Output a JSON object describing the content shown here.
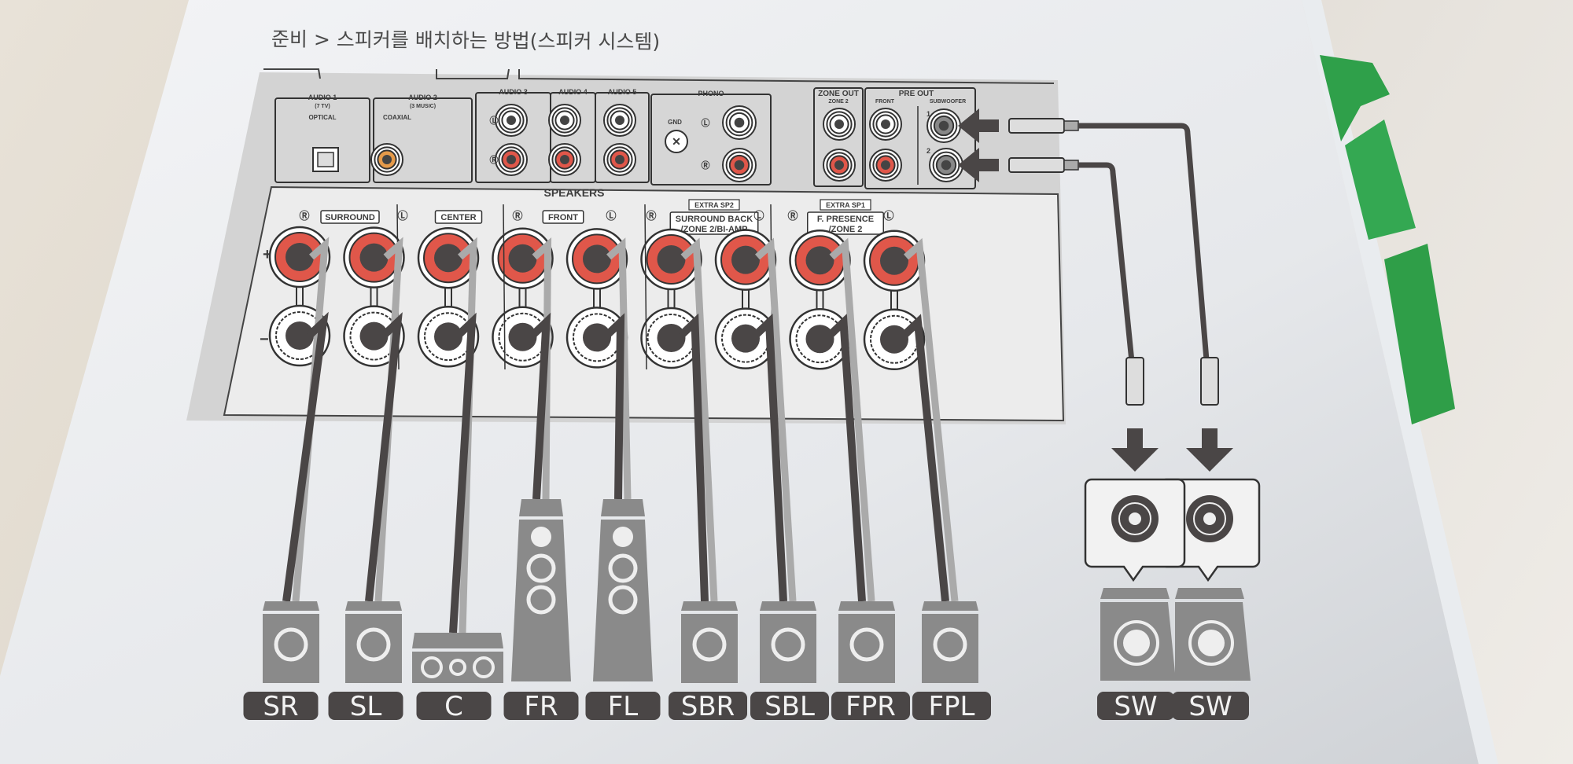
{
  "page": {
    "breadcrumb": "준비 > 스피커를 배치하는 방법(스피커 시스템)"
  },
  "receiver_panel": {
    "inputs": [
      {
        "name": "AUDIO 1",
        "sub": "(7 TV)",
        "type": "OPTICAL"
      },
      {
        "name": "AUDIO 2",
        "sub": "(3 MUSIC)",
        "type": "COAXIAL"
      },
      {
        "name": "AUDIO 3"
      },
      {
        "name": "AUDIO 4"
      },
      {
        "name": "AUDIO 5"
      },
      {
        "name": "PHONO",
        "gnd": "GND"
      }
    ],
    "zone_out": {
      "title": "ZONE OUT",
      "sub": "ZONE 2"
    },
    "pre_out": {
      "title": "PRE OUT",
      "front": "FRONT",
      "subwoofer": "SUBWOOFER",
      "ports": [
        "1",
        "2"
      ]
    },
    "speakers_title": "SPEAKERS",
    "speaker_groups": [
      {
        "label": "SURROUND",
        "extra": ""
      },
      {
        "label": "CENTER",
        "extra": ""
      },
      {
        "label": "FRONT",
        "extra": ""
      },
      {
        "label": "SURROUND BACK",
        "label2": "/ZONE 2/BI-AMP",
        "extra": "EXTRA SP2"
      },
      {
        "label": "F. PRESENCE",
        "label2": "/ZONE 2",
        "extra": "EXTRA SP1"
      }
    ],
    "channel_marks": {
      "right": "R",
      "left": "L",
      "plus": "+",
      "minus": "−"
    }
  },
  "speakers": [
    "SR",
    "SL",
    "C",
    "FR",
    "FL",
    "SBR",
    "SBL",
    "FPR",
    "FPL"
  ],
  "subwoofers": [
    "SW",
    "SW"
  ],
  "colors": {
    "terminal_red": "#e0574a",
    "coaxial_orange": "#e59a4a",
    "ink_dark": "#4a4646",
    "speaker_gray": "#8a8a8a",
    "panel_gray": "#d2d2d2",
    "tab_green": "#2fa04a"
  }
}
